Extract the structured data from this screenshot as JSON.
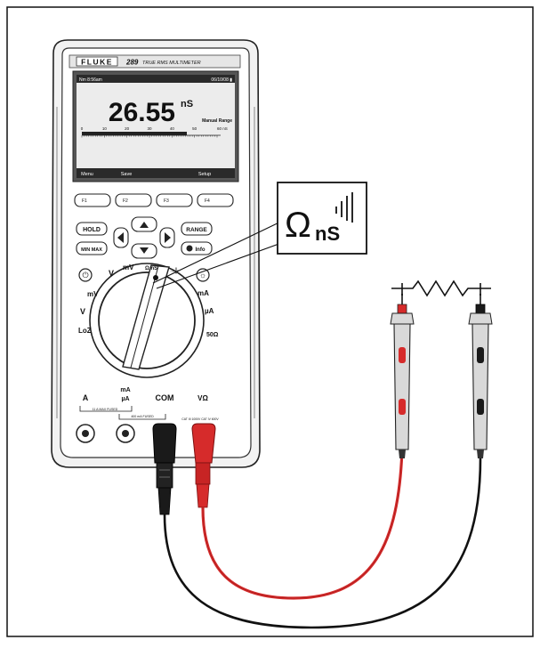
{
  "meter": {
    "brand": "FLUKE",
    "model": "289",
    "model_desc": "TRUE RMS MULTIMETER",
    "screen": {
      "top_left": "Nm  8:56am",
      "top_right": "06/10/08  ▮",
      "reading_value": "26.55",
      "reading_unit": "nS",
      "range_label": "Manual Range",
      "scale_ticks": [
        "0",
        "10",
        "20",
        "30",
        "40",
        "50",
        "60 nS"
      ],
      "softkeys": [
        "Menu",
        "Save",
        "",
        "Setup"
      ]
    },
    "fkeys": [
      "F1",
      "F2",
      "F3",
      "F4"
    ],
    "buttons": {
      "hold": "HOLD",
      "minmax": "MIN MAX",
      "range": "RANGE",
      "info": "Info"
    },
    "dial_labels": {
      "mv_ac": "mV",
      "v_ac": "V",
      "loz": "LoZ",
      "v_dc": "V",
      "mv_dc": "mV",
      "ohm_ns": "Ω nS",
      "diode": "→|-",
      "ma": "mA",
      "ua": "µA",
      "ohm50": "50Ω"
    },
    "jacks": {
      "a": "A",
      "ma_ua_top": "mA",
      "ma_ua_bottom": "µA",
      "com": "COM",
      "v_ohm": "VΩ",
      "a_fuse": "11 A MAX FUSED",
      "ma_fuse": "400 mA FUSED",
      "cat": "CAT III 1000V CAT IV 600V"
    }
  },
  "callout": {
    "symbol": "Ω",
    "unit": "nS"
  },
  "colors": {
    "red_lead": "#d62b2b",
    "black_lead": "#1a1a1a",
    "meter_body": "#ffffff",
    "meter_shadow": "#d8d8d8",
    "screen_bg": "#e8e8e8",
    "screen_bar": "#2a2a2a"
  }
}
